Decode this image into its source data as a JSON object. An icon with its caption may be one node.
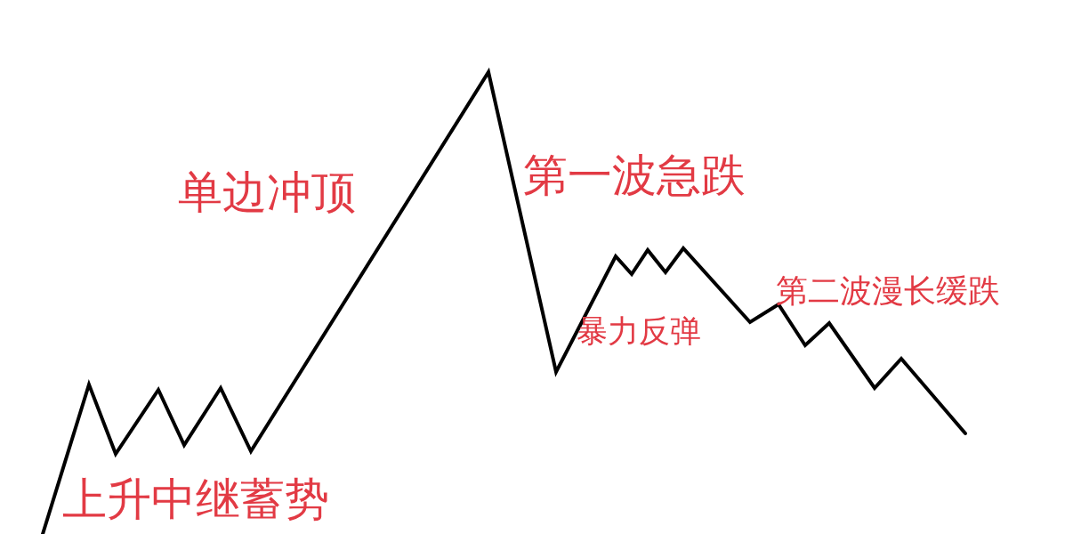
{
  "diagram": {
    "labels": [
      "上升中继蓄势",
      "单边冲顶",
      "第一波急跌",
      "暴力反弹",
      "第二波漫长缓跌"
    ]
  }
}
